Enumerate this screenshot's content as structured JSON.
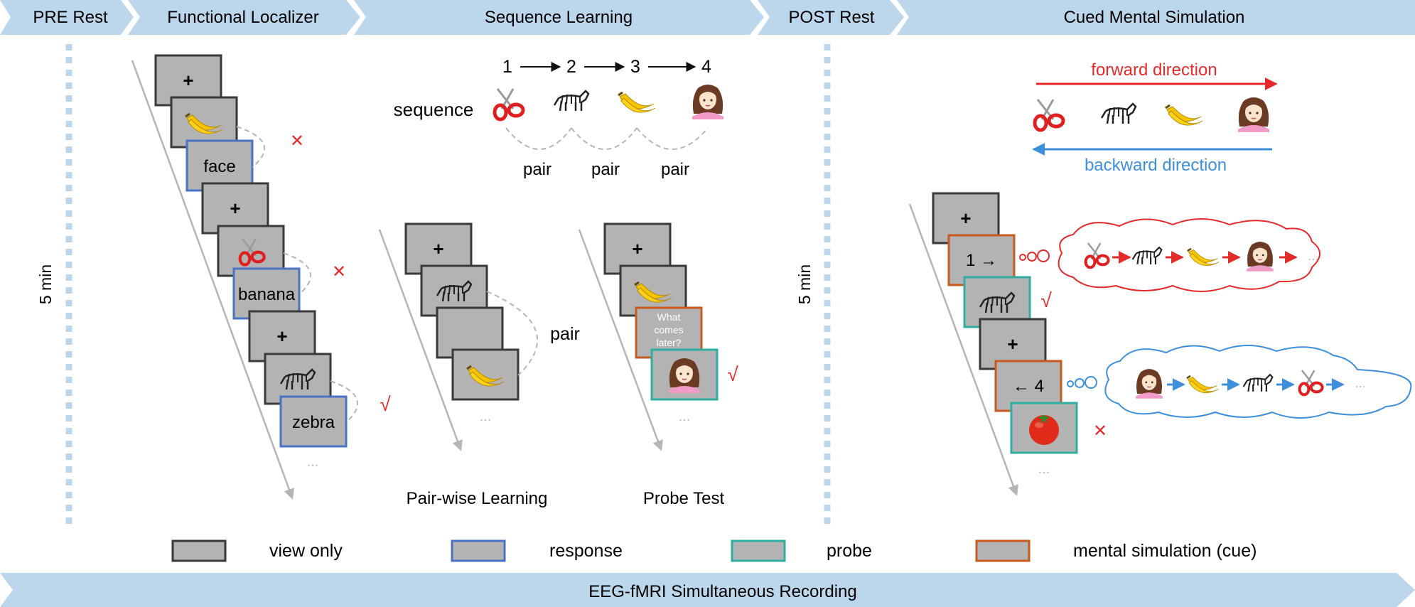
{
  "phases": [
    "PRE Rest",
    "Functional Localizer",
    "Sequence Learning",
    "POST Rest",
    "Cued Mental Simulation"
  ],
  "rest_duration_pre": "5 min",
  "rest_duration_post": "5 min",
  "localizer": {
    "fixation": "+",
    "words": [
      "face",
      "banana",
      "zebra"
    ],
    "ellipsis": "..."
  },
  "sequence_learning": {
    "sequence_label": "sequence",
    "steps": [
      "1",
      "2",
      "3",
      "4"
    ],
    "pair_labels": [
      "pair",
      "pair",
      "pair"
    ],
    "pairwise_title": "Pair-wise Learning",
    "pairwise_pair_label": "pair",
    "probe_title": "Probe Test",
    "probe_question": [
      "What",
      "comes",
      "later?"
    ],
    "ellipsis": "..."
  },
  "cued_simulation": {
    "forward_label": "forward direction",
    "backward_label": "backward direction",
    "cue_forward": "1 →",
    "cue_backward": "← 4",
    "ellipsis": "..."
  },
  "marks": {
    "wrong": "✕",
    "correct": "√"
  },
  "legend": [
    "view only",
    "response",
    "probe",
    "mental simulation (cue)"
  ],
  "footer": "EEG-fMRI Simultaneous Recording",
  "colors": {
    "banner": "#bcd6ec",
    "view_only": "#3a3a3a",
    "response": "#4a72c4",
    "probe": "#2fada3",
    "cue": "#c85a1e",
    "forward": "#e42b2b",
    "backward": "#3d8fdc",
    "card_fill": "#b3b3b3"
  }
}
